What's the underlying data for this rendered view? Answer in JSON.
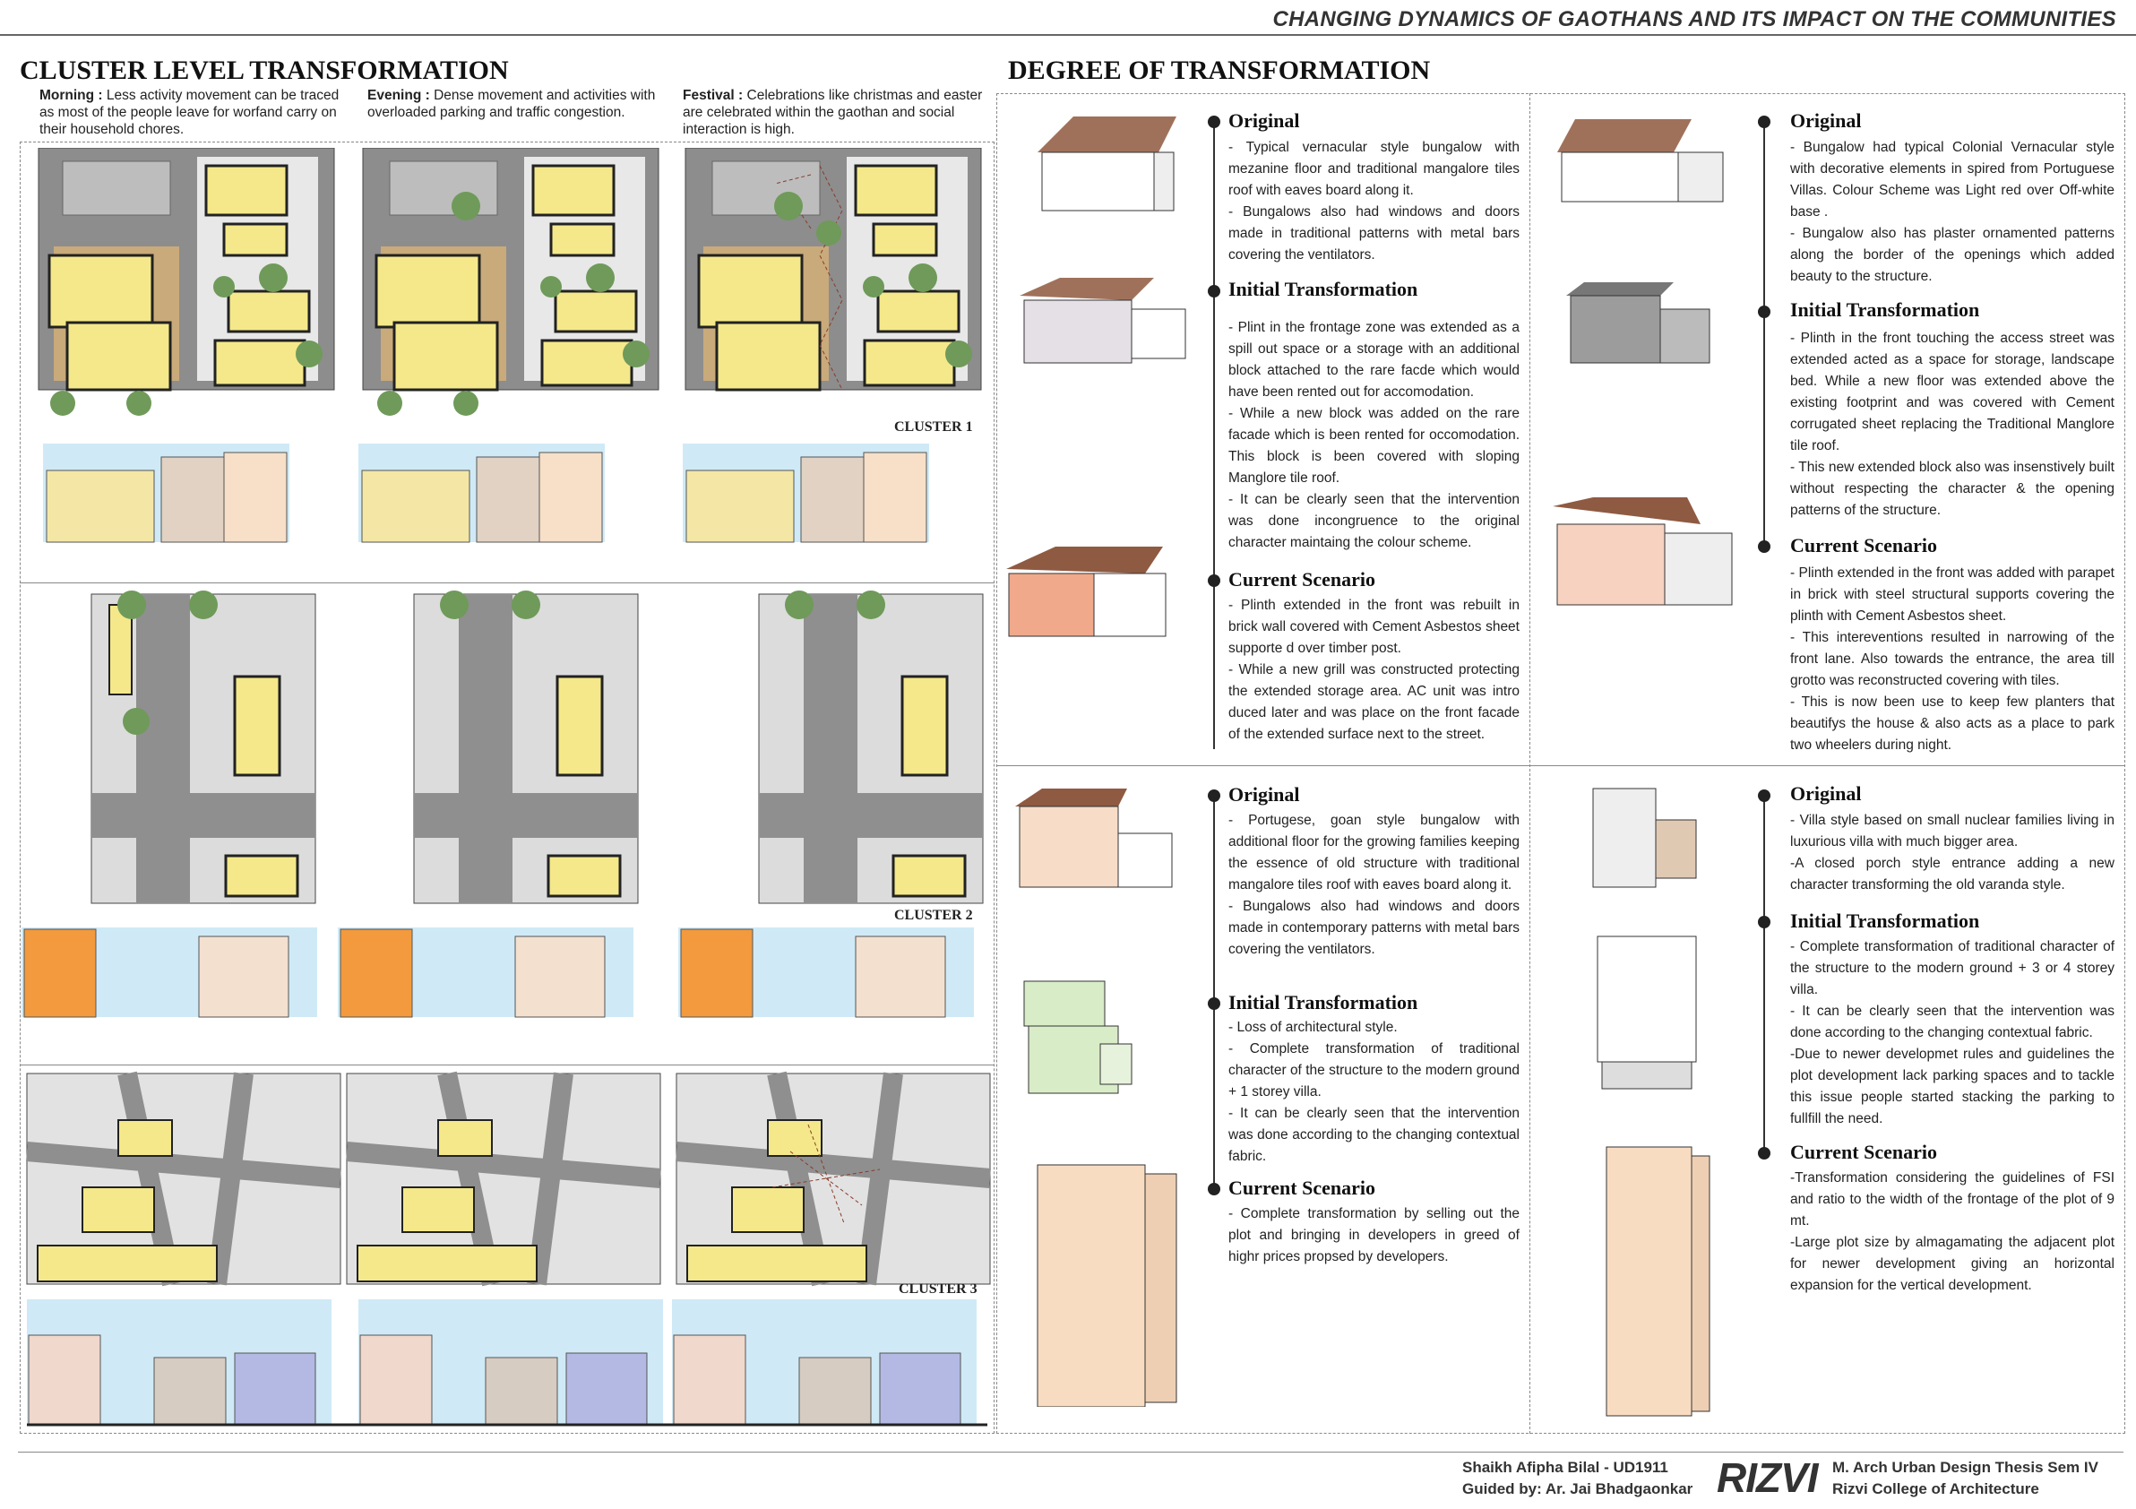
{
  "header": {
    "title": "CHANGING DYNAMICS OF GAOTHANS AND ITS IMPACT ON THE COMMUNITIES"
  },
  "left": {
    "title": "CLUSTER LEVEL TRANSFORMATION",
    "notes": [
      {
        "label": "Morning :",
        "text": "Less activity movement can be traced as most of the people leave for worfand carry on their household chores."
      },
      {
        "label": "Evening :",
        "text": "Dense movement and activities with overloaded parking and traffic congestion."
      },
      {
        "label": "Festival :",
        "text": "Celebrations like christmas and easter are celebrated within the gaothan and social interaction is high."
      }
    ],
    "clusters": [
      "CLUSTER 1",
      "CLUSTER 2",
      "CLUSTER 3"
    ]
  },
  "right": {
    "title": "DEGREE OF TRANSFORMATION",
    "blocks": [
      {
        "stages": [
          {
            "heading": "Original",
            "paras": [
              "- Typical vernacular style bungalow with mezanine floor and traditional mangalore tiles roof with eaves board along it.",
              "- Bungalows also had windows and doors made in traditional patterns with metal bars covering the ventilators."
            ]
          },
          {
            "heading": "Initial Transformation",
            "paras": [
              "- Plint in the frontage zone was extended as a spill out space or a storage with an additional block attached to the rare facde which would have been rented out for accomodation.",
              "- While a new block was added on the rare facade which is been rented for occomodation. This block is been covered with sloping Manglore tile roof.",
              "- It can be clearly seen that the intervention was done incongruence to the original character maintaing the colour scheme."
            ]
          },
          {
            "heading": "Current Scenario",
            "paras": [
              "- Plinth extended in the front was rebuilt in brick wall covered with Cement Asbestos sheet supporte d over timber post.",
              "- While a new grill was constructed protecting the extended storage area. AC unit was intro duced later and was place on the front facade of the extended surface next to the street."
            ]
          }
        ]
      },
      {
        "stages": [
          {
            "heading": "Original",
            "paras": [
              "- Bungalow had typical Colonial Vernacular style with decorative elements in spired from Portuguese Villas. Colour Scheme was Light red over Off-white base .",
              "- Bungalow also has plaster ornamented patterns along the border of the openings which added beauty to the structure."
            ]
          },
          {
            "heading": "Initial Transformation",
            "paras": [
              "- Plinth in the front touching the access street was extended acted as a space for storage, landscape bed. While a new floor was extended above the existing footprint and was covered with Cement corrugated sheet replacing the Traditional Manglore tile roof.",
              "- This new extended block also was insenstively built without respecting the character & the opening patterns of the structure."
            ]
          },
          {
            "heading": "Current Scenario",
            "paras": [
              "- Plinth extended in the front was added with parapet in brick with steel structural supports covering the plinth with Cement Asbestos sheet.",
              "- This intereventions resulted in narrowing of the front lane. Also towards the entrance, the area till grotto was reconstructed covering with tiles.",
              "- This is now been use to keep few planters that beautifys the house & also acts as a place to park two wheelers during night."
            ]
          }
        ]
      },
      {
        "stages": [
          {
            "heading": "Original",
            "paras": [
              "- Portugese, goan style bungalow with additional floor for the growing families keeping the essence of old structure with traditional mangalore tiles roof with eaves board along it.",
              "- Bungalows also had windows and doors made in contemporary patterns with metal bars covering the ventilators."
            ]
          },
          {
            "heading": "Initial Transformation",
            "paras": [
              "- Loss of architectural style.",
              "- Complete transformation of traditional character of the structure to the modern ground + 1 storey villa.",
              "- It can be clearly seen that the intervention was done according to the changing contextual fabric."
            ]
          },
          {
            "heading": "Current Scenario",
            "paras": [
              "- Complete transformation by selling out the plot and bringing in developers in greed of highr prices propsed by developers."
            ]
          }
        ]
      },
      {
        "stages": [
          {
            "heading": "Original",
            "paras": [
              "- Villa style based on small nuclear families living in luxurious villa with much bigger area.",
              "-A closed porch style entrance adding a new character transforming the old varanda style."
            ]
          },
          {
            "heading": "Initial Transformation",
            "paras": [
              "- Complete transformation of traditional character of the structure to the modern ground + 3 or 4 storey villa.",
              "- It can be clearly seen that the intervention was done according to the changing contextual fabric.",
              "-Due to newer developmet rules and guidelines the plot development lack parking spaces and to tackle this issue people started stacking the parking to fullfill the need."
            ]
          },
          {
            "heading": "Current Scenario",
            "paras": [
              "-Transformation considering the guidelines of FSI and ratio to the width of the frontage of the plot of 9 mt.",
              "-Large plot size by almagamating the adjacent plot for newer development giving an horizontal expansion for the vertical development."
            ]
          }
        ]
      }
    ]
  },
  "footer": {
    "author": "Shaikh Afipha  Bilal - UD1911",
    "guide": "Guided by: Ar. Jai Bhadgaonkar",
    "logo": "RIZVI",
    "program": "M. Arch Urban Design Thesis Sem IV",
    "college": "Rizvi College of Architecture"
  }
}
